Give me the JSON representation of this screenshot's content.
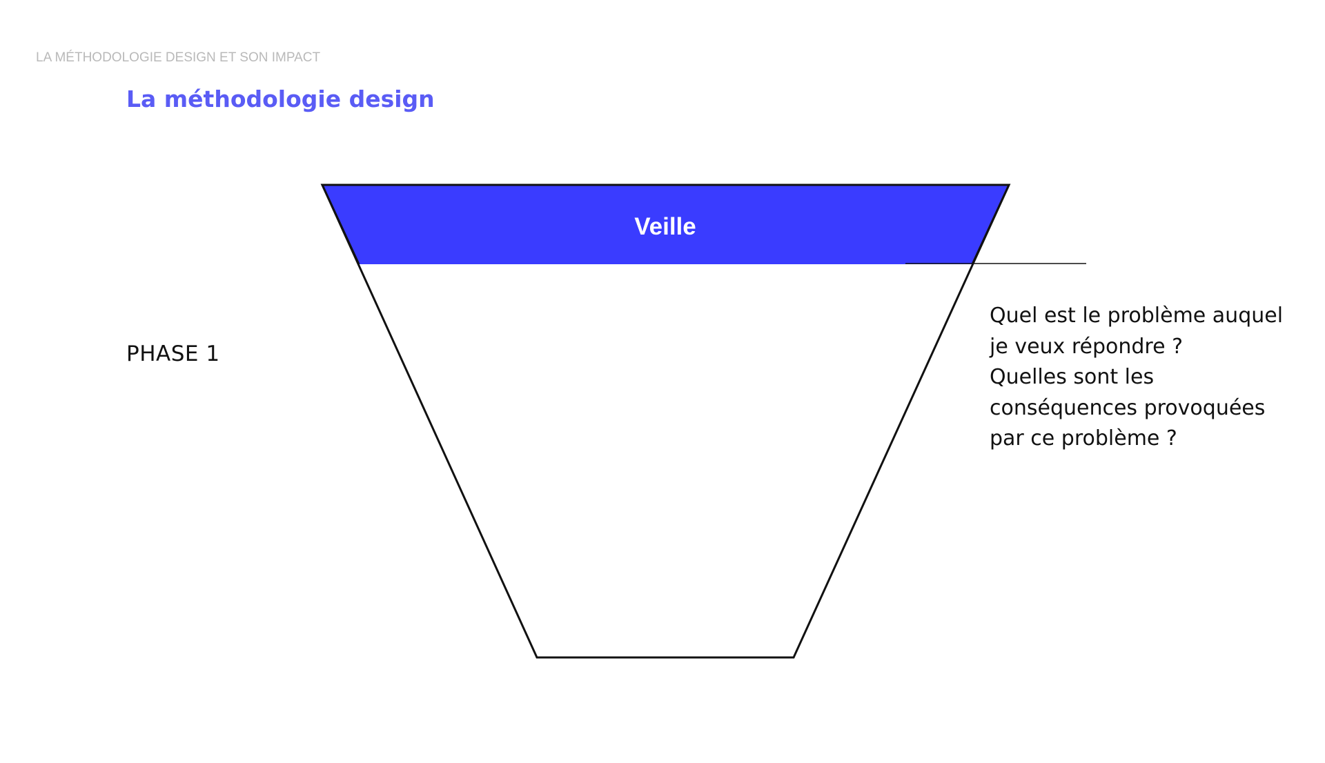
{
  "header": {
    "section_title": "LA MÉTHODOLOGIE DESIGN ET SON IMPACT"
  },
  "slide": {
    "title": "La méthodologie design",
    "phase_label": "PHASE 1"
  },
  "funnel": {
    "top_band_label": "Veille",
    "top_band_color": "#3a3cff",
    "outline_color": "#111111"
  },
  "questions": {
    "lines": [
      "Quel est le problème auquel",
      "je veux répondre ?",
      "Quelles sont les",
      "conséquences provoquées",
      "par ce problème ?"
    ]
  },
  "colors": {
    "title_accent": "#5a5cf5",
    "header_gray": "#b9b9b9"
  }
}
